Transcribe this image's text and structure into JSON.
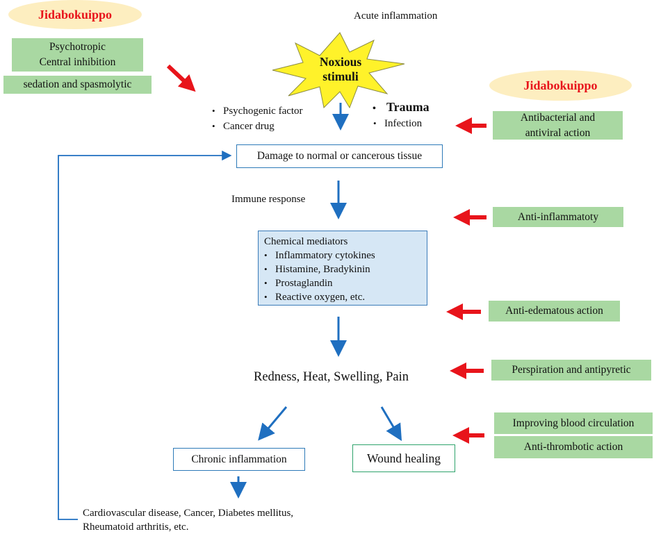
{
  "title": "Acute inflammation",
  "colors": {
    "remedy_arrow": "#e8141b",
    "flow_arrow": "#1f6fc0",
    "herbal_fill": "#a9d8a2",
    "mediator_fill": "#d6e7f5",
    "oval_fill": "#fdeec0"
  },
  "left_block": {
    "name": "Jidabokuippo",
    "actions": [
      "Psychotropic",
      "Central inhibition",
      "sedation and spasmolytic"
    ]
  },
  "stimulus": {
    "line1": "Noxious",
    "line2": "stimuli"
  },
  "causes_left": [
    "Psychogenic factor",
    "Cancer drug"
  ],
  "causes_right": {
    "major": "Trauma",
    "minor": "Infection"
  },
  "right_block": {
    "name": "Jidabokuippo",
    "actions": [
      {
        "line1": "Antibacterial and",
        "line2": "antiviral action"
      },
      {
        "text": "Anti-inflammatoty"
      },
      {
        "text": "Anti-edematous action"
      },
      {
        "text": "Perspiration and antipyretic"
      },
      {
        "text": "Improving blood circulation"
      },
      {
        "text": "Anti-thrombotic action"
      }
    ]
  },
  "damage": "Damage to normal or cancerous tissue",
  "immune": "Immune response",
  "mediators": {
    "heading": "Chemical mediators",
    "items": [
      "Inflammatory cytokines",
      "Histamine, Bradykinin",
      "Prostaglandin",
      "Reactive oxygen, etc."
    ]
  },
  "symptoms": "Redness, Heat, Swelling, Pain",
  "chronic": "Chronic inflammation",
  "wound": "Wound healing",
  "diseases": {
    "line1": "Cardiovascular disease, Cancer, Diabetes mellitus,",
    "line2": "Rheumatoid arthritis, etc."
  }
}
